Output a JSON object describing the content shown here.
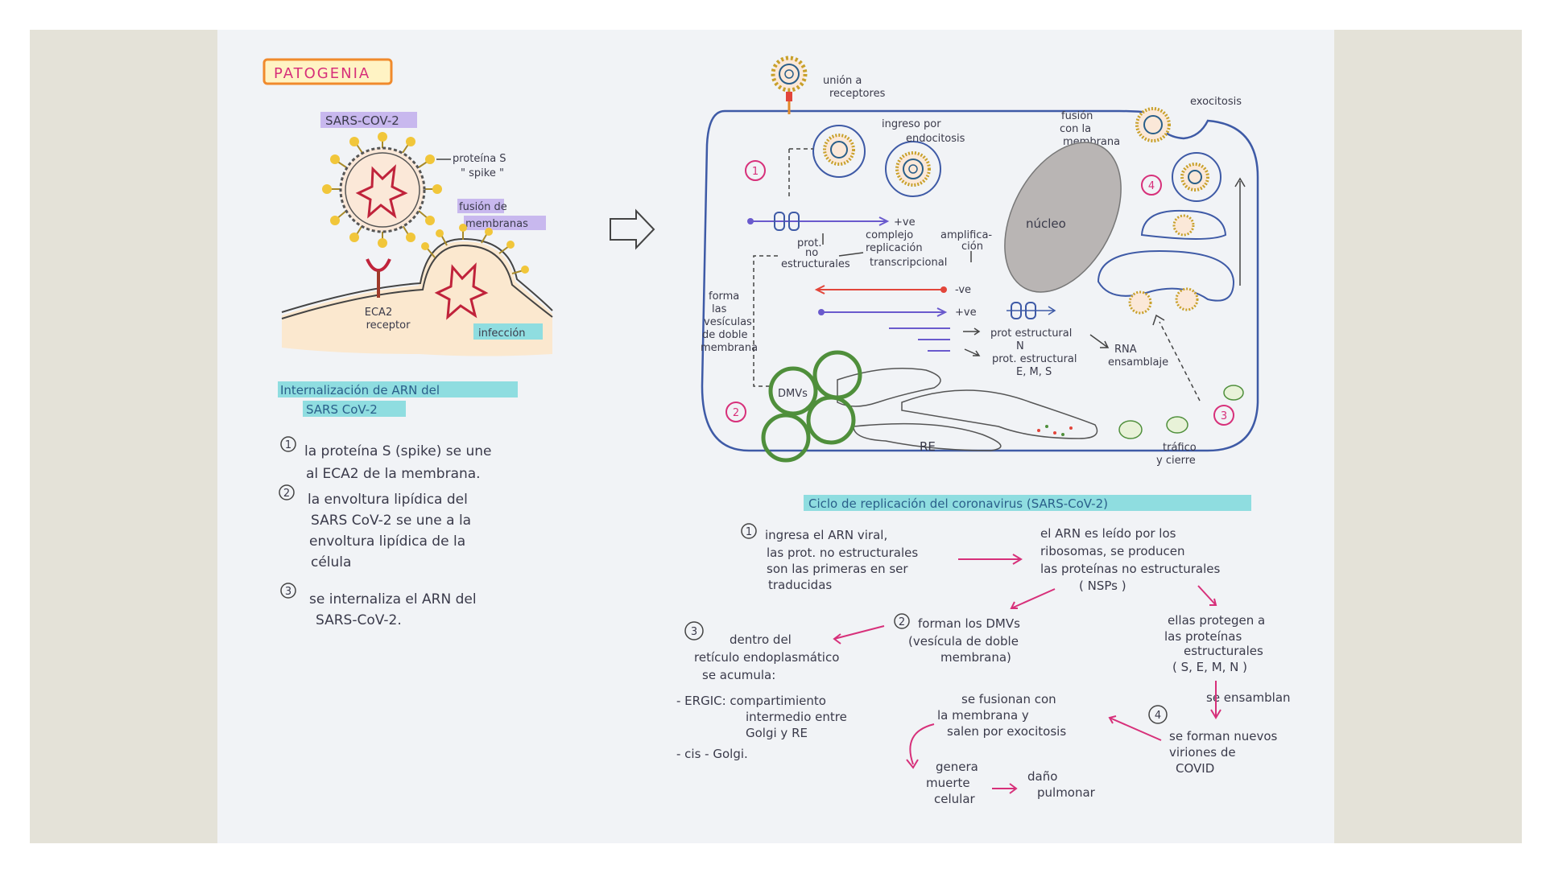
{
  "title": "PATOGENIA",
  "virus": {
    "name": "SARS-COV-2",
    "spike_label_1": "proteína S",
    "spike_label_2": "\" spike \"",
    "fusion_1": "fusión de",
    "fusion_2": "membranas",
    "receptor_1": "ECA2",
    "receptor_2": "receptor",
    "infection": "infección"
  },
  "internalization": {
    "heading_1": "Internalización de ARN del",
    "heading_2": "SARS CoV-2",
    "steps": [
      {
        "num": "1",
        "lines": [
          "la proteína S (spike) se une",
          "al ECA2 de la membrana."
        ]
      },
      {
        "num": "2",
        "lines": [
          "la envoltura lipídica del",
          "SARS CoV-2 se une a la",
          "envoltura lipídica de la",
          "célula"
        ]
      },
      {
        "num": "3",
        "lines": [
          "se internaliza el ARN del",
          "SARS-CoV-2."
        ]
      }
    ]
  },
  "cell": {
    "union_1": "unión a",
    "union_2": "receptores",
    "ingreso_1": "ingreso por",
    "ingreso_2": "endocitosis",
    "fusion_1": "fusión",
    "fusion_2": "con la",
    "fusion_3": "membrana",
    "exocitosis": "exocitosis",
    "nucleo": "núcleo",
    "plus_ve": "+ve",
    "minus_ve": "-ve",
    "prot_1": "prot.",
    "prot_2": "no",
    "prot_3": "estructurales",
    "complejo_1": "complejo",
    "complejo_2": "replicación",
    "complejo_3": "transcripcional",
    "amplif_1": "amplifica-",
    "amplif_2": "ción",
    "forma": [
      "forma",
      "las",
      "vesículas",
      "de doble",
      "membrana"
    ],
    "prot_estructural": "prot estructural",
    "n": "N",
    "prot_estructural_2": "prot. estructural",
    "ems": "E, M, S",
    "rna_1": "RNA",
    "rna_2": "ensamblaje",
    "dmvs": "DMVs",
    "re": "RE",
    "trafico_1": "tráfico",
    "trafico_2": "y cierre",
    "markers": [
      "1",
      "2",
      "3",
      "4"
    ],
    "caption": "Ciclo de replicación del coronavirus (SARS-CoV-2)"
  },
  "flow": {
    "step1": [
      "ingresa el ARN viral,",
      "las prot. no estructurales",
      "son las primeras en ser",
      "traducidas"
    ],
    "ribosomas": [
      "el ARN es leído por los",
      "ribosomas, se producen",
      "las proteínas no estructurales",
      "( NSPs )"
    ],
    "step2": [
      "forman los DMVs",
      "(vesícula de doble",
      "membrana)"
    ],
    "proteger": [
      "ellas protegen a",
      "las proteínas",
      "estructurales",
      "( S, E, M, N )"
    ],
    "step3": [
      "dentro del",
      "retículo endoplasmático",
      "se acumula:"
    ],
    "ergic": [
      "- ERGIC: compartimiento",
      "intermedio entre",
      "Golgi y RE"
    ],
    "cis": "- cis - Golgi.",
    "fusionan": [
      "se fusionan con",
      "la membrana y",
      "salen por exocitosis"
    ],
    "ensamblan": "se ensamblan",
    "step4": [
      "se forman nuevos",
      "viriones de",
      "COVID"
    ],
    "muerte": [
      "genera",
      "muerte",
      "celular"
    ],
    "dano": [
      "daño",
      "pulmonar"
    ],
    "flow_markers": [
      "1",
      "2",
      "3",
      "4"
    ]
  },
  "colors": {
    "pink": "#d7307a",
    "teal_highlight": "#7fd8dc",
    "purple_highlight": "#b9a6e8",
    "cell_outline": "#3e5aa6",
    "dmv_green": "#4f8f3b",
    "red_strand": "#e2453a",
    "blue_strand": "#6a5acd"
  }
}
